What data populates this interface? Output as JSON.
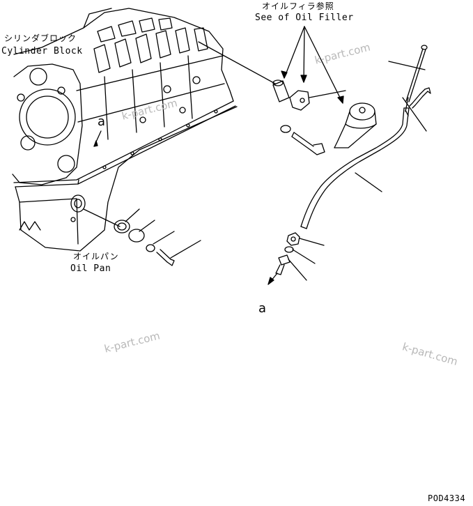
{
  "labels": {
    "cylinder_block_jp": "シリンダブロック",
    "cylinder_block_en": "Cylinder Block",
    "oil_filler_jp": "オイルフィラ参照",
    "oil_filler_en": "See of Oil Filler",
    "oil_pan_jp": "オイルパン",
    "oil_pan_en": "Oil Pan",
    "ref_a_block": "a",
    "ref_a_bolt": "a"
  },
  "watermarks": [
    "k-part.com",
    "k-part.com",
    "k-part.com",
    "k-part.com"
  ],
  "drawing_number": "POD4334",
  "colors": {
    "line": "#000000",
    "watermark": "#b8b8b8",
    "background": "#ffffff"
  }
}
